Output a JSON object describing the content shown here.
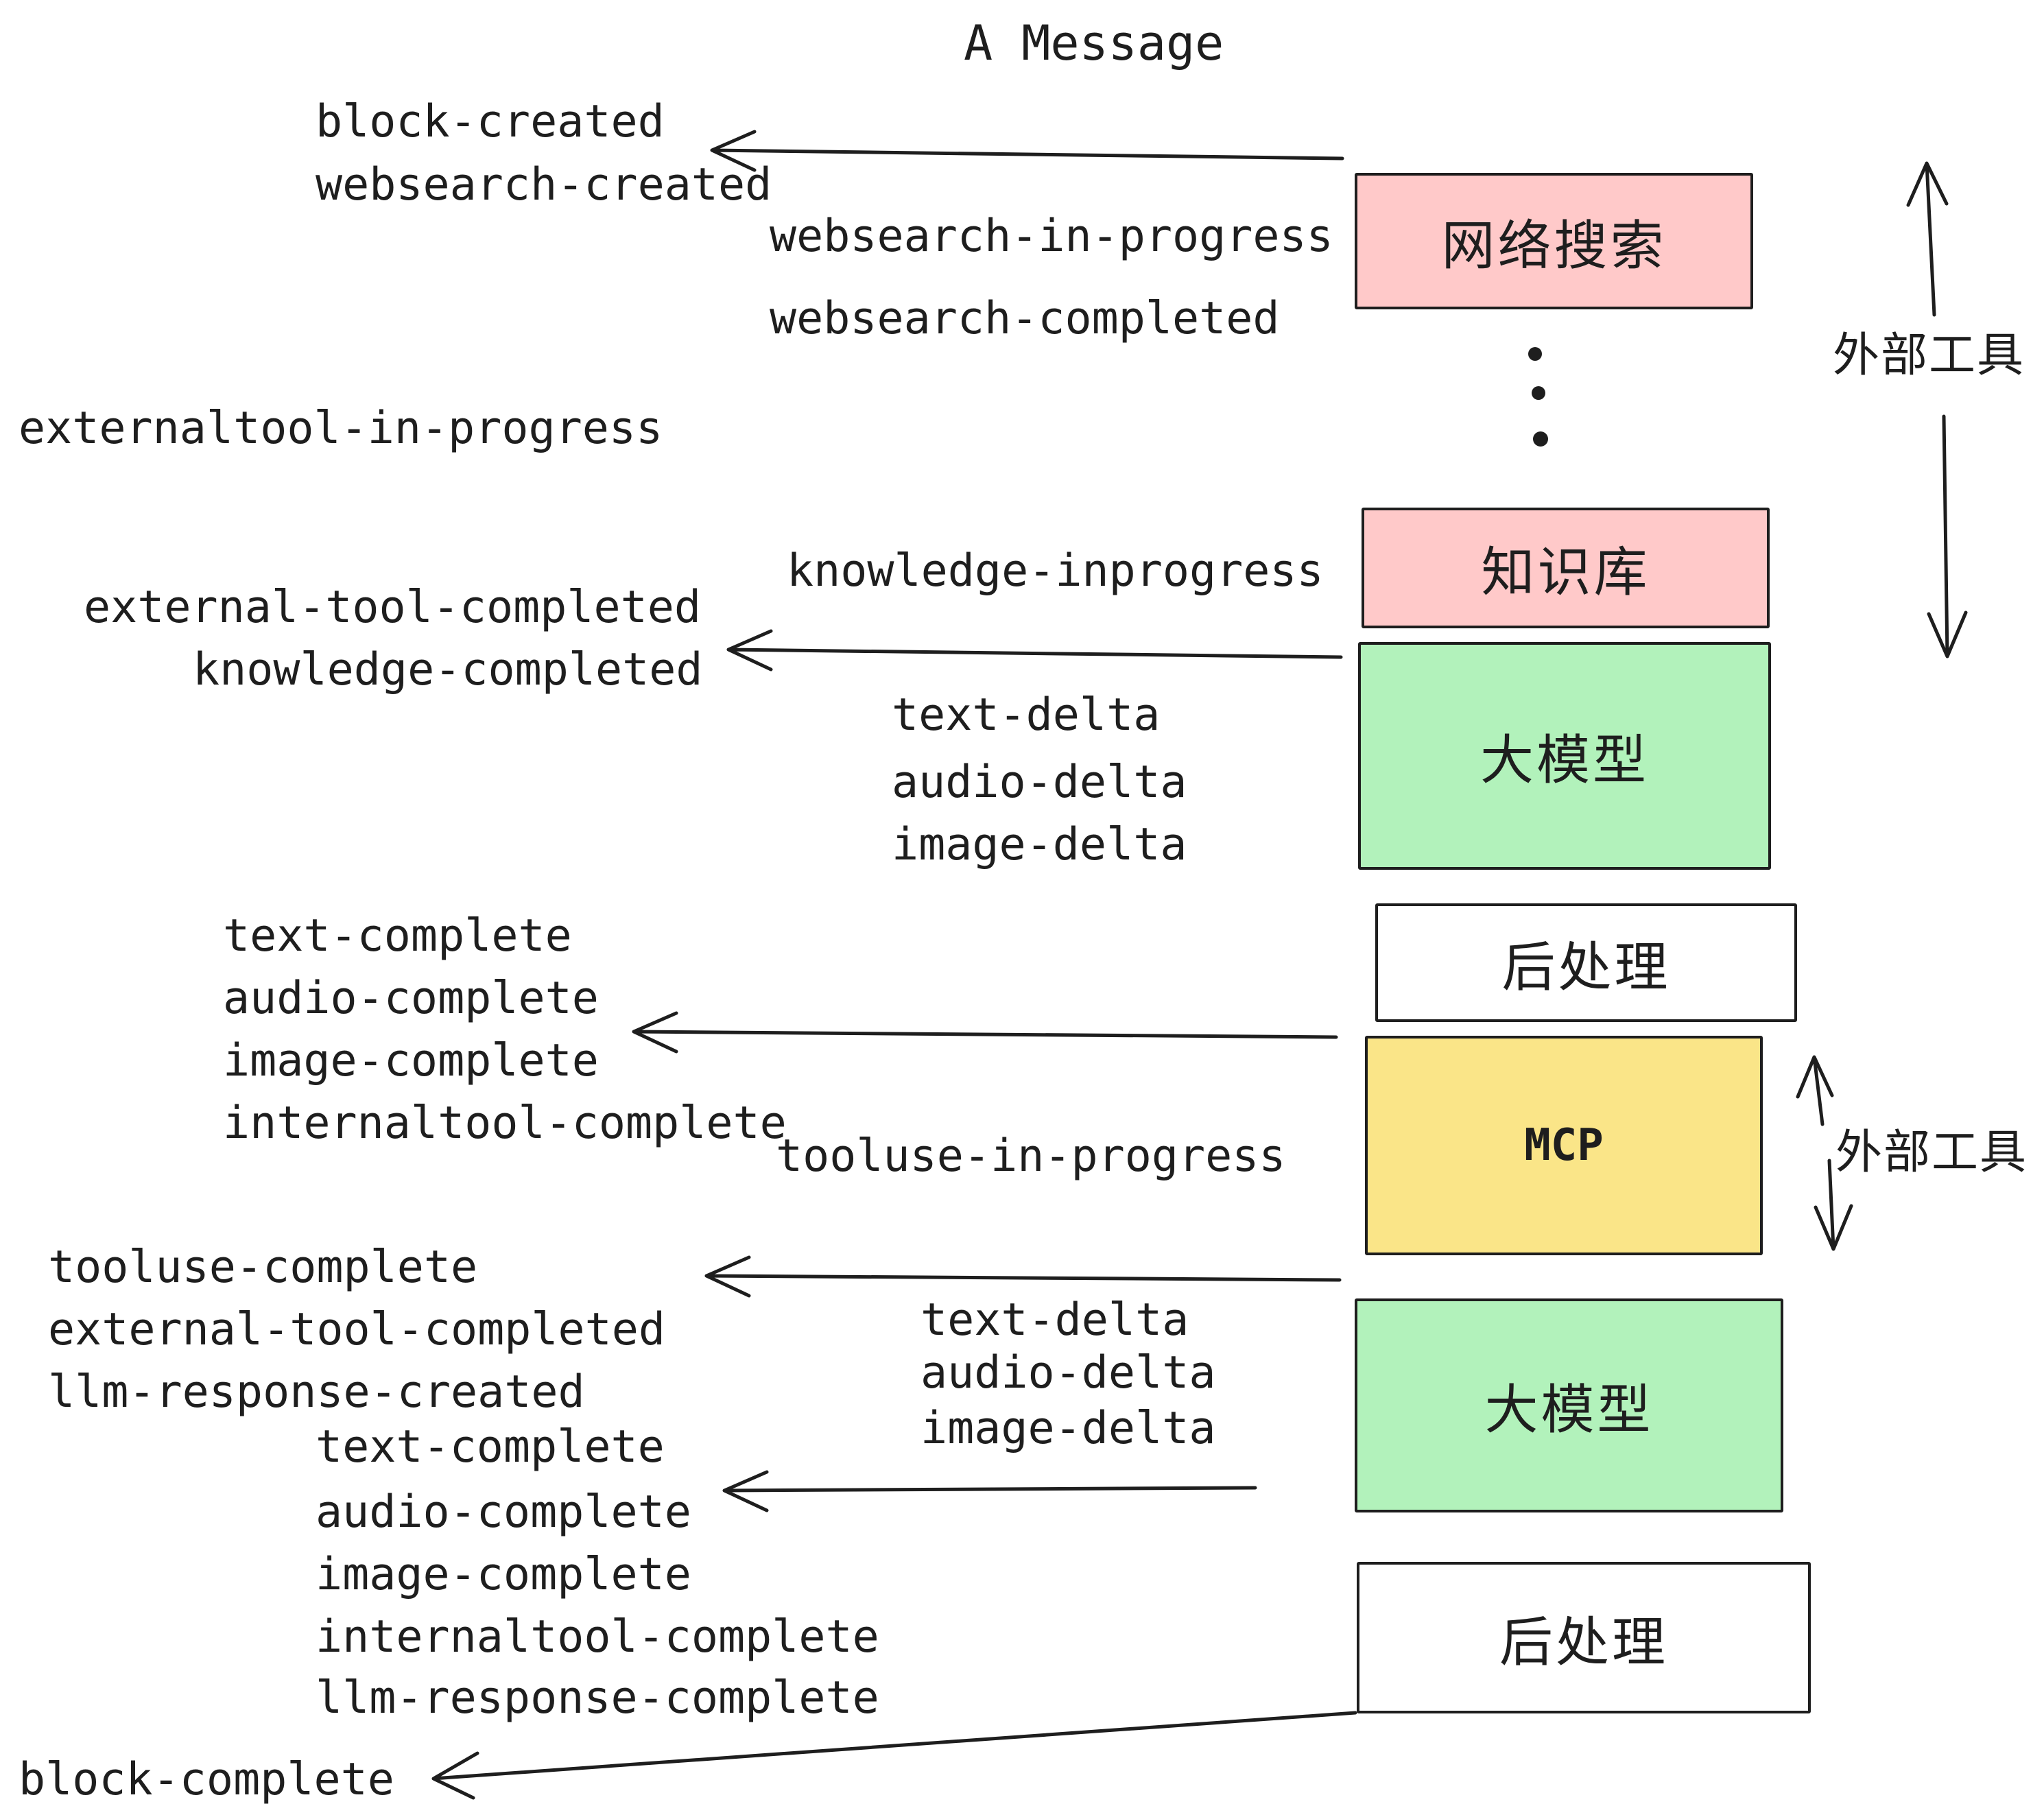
{
  "title": "A Message",
  "colors": {
    "background": "#ffffff",
    "stroke": "#1e1e1e",
    "pink_box": "#ffc9c9",
    "green_box": "#b2f2bb",
    "yellow_box": "#fae588",
    "white_box": "#ffffff"
  },
  "boxes": {
    "websearch": "网络搜索",
    "knowledge": "知识库",
    "llm1": "大模型",
    "post1": "后处理",
    "mcp": "MCP",
    "llm2": "大模型",
    "post2": "后处理"
  },
  "side_labels": {
    "external_tools_top": "外部工具",
    "external_tools_mcp": "外部工具"
  },
  "events": {
    "block_created": "block-created",
    "websearch_created": "websearch-created",
    "websearch_in_progress": "websearch-in-progress",
    "websearch_completed": "websearch-completed",
    "externaltool_in_progress": "externaltool-in-progress",
    "knowledge_inprogress": "knowledge-inprogress",
    "external_tool_completed": "external-tool-completed",
    "knowledge_completed": "knowledge-completed",
    "text_delta": "text-delta",
    "audio_delta": "audio-delta",
    "image_delta": "image-delta",
    "text_complete": "text-complete",
    "audio_complete": "audio-complete",
    "image_complete": "image-complete",
    "internaltool_complete": "internaltool-complete",
    "tooluse_in_progress": "tooluse-in-progress",
    "tooluse_complete": "tooluse-complete",
    "external_tool_completed_2": "external-tool-completed",
    "llm_response_created": "llm-response-created",
    "text_delta_2": "text-delta",
    "audio_delta_2": "audio-delta",
    "image_delta_2": "image-delta",
    "text_complete_2": "text-complete",
    "audio_complete_2": "audio-complete",
    "image_complete_2": "image-complete",
    "internaltool_complete_2": "internaltool-complete",
    "llm_response_complete": "llm-response-complete",
    "block_complete": "block-complete"
  }
}
